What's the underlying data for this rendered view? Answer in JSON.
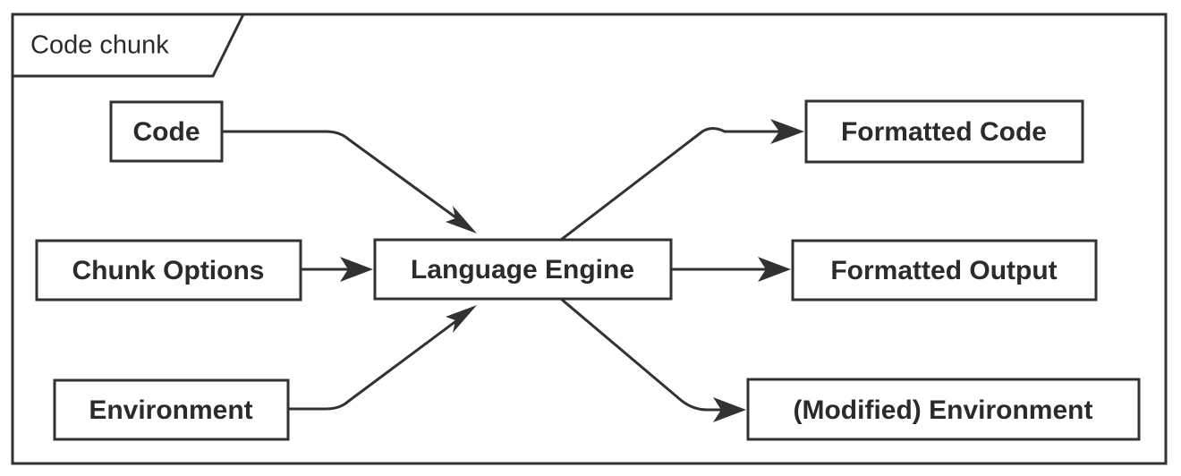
{
  "diagram": {
    "title": "Code chunk",
    "group": {
      "label": "Code chunk",
      "name": "code-chunk-group"
    },
    "colors": {
      "stroke": "#323232",
      "text": "#2b2b2b",
      "background": "#ffffff"
    },
    "nodes": [
      {
        "id": "code",
        "label": "Code",
        "side": "input"
      },
      {
        "id": "chunk-options",
        "label": "Chunk Options",
        "side": "input"
      },
      {
        "id": "environment",
        "label": "Environment",
        "side": "input"
      },
      {
        "id": "language-engine",
        "label": "Language Engine",
        "side": "process"
      },
      {
        "id": "formatted-code",
        "label": "Formatted Code",
        "side": "output"
      },
      {
        "id": "formatted-output",
        "label": "Formatted Output",
        "side": "output"
      },
      {
        "id": "modified-env",
        "label": "(Modified) Environment",
        "side": "output"
      }
    ],
    "edges": [
      {
        "from": "code",
        "to": "language-engine",
        "name": "edge-code-to-engine"
      },
      {
        "from": "chunk-options",
        "to": "language-engine",
        "name": "edge-chunk-options-to-engine"
      },
      {
        "from": "environment",
        "to": "language-engine",
        "name": "edge-environment-to-engine"
      },
      {
        "from": "language-engine",
        "to": "formatted-code",
        "name": "edge-engine-to-formatted-code"
      },
      {
        "from": "language-engine",
        "to": "formatted-output",
        "name": "edge-engine-to-formatted-output"
      },
      {
        "from": "language-engine",
        "to": "modified-env",
        "name": "edge-engine-to-modified-environment"
      }
    ]
  }
}
